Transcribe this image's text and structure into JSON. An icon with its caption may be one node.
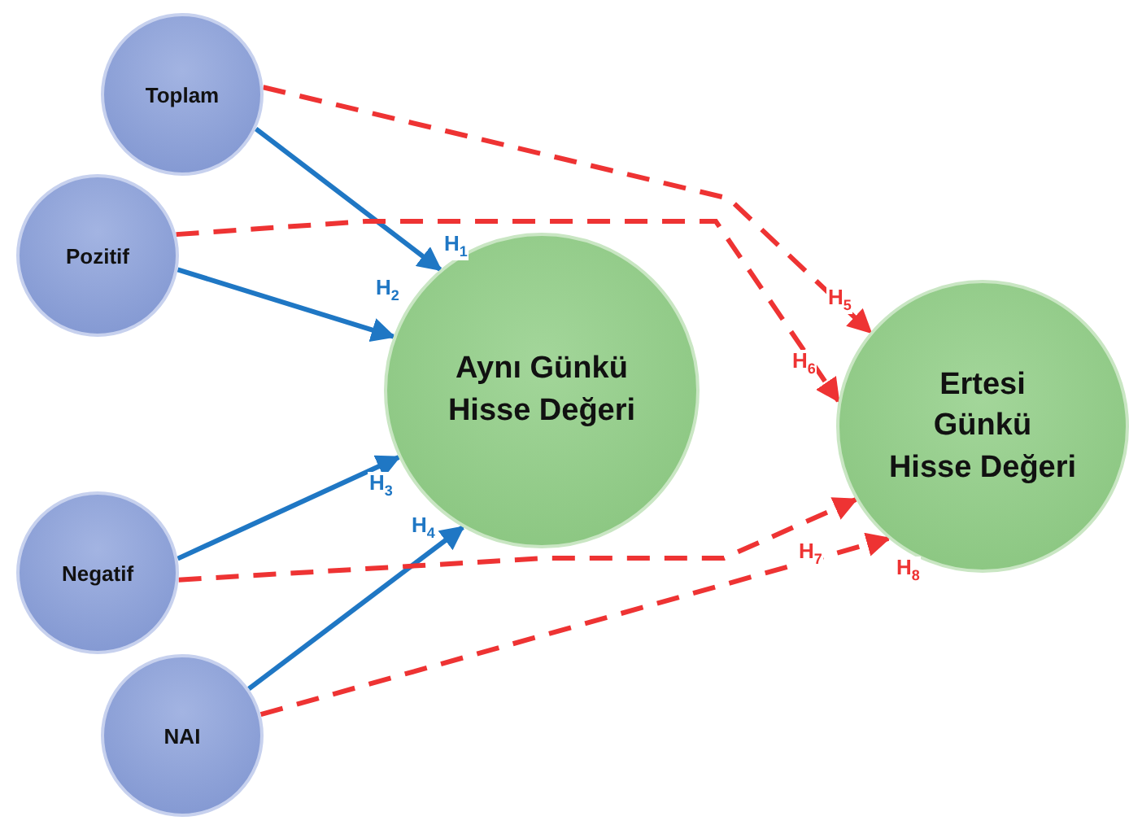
{
  "diagram": {
    "nodes": [
      {
        "text": [
          "Toplam"
        ]
      },
      {
        "text": [
          "Pozitif"
        ]
      },
      {
        "text": [
          "Negatif"
        ]
      },
      {
        "text": [
          "NAI"
        ]
      },
      {
        "text": [
          "Aynı Günkü Hisse Değeri"
        ]
      },
      {
        "text": [
          "Ertesi Günkü Hisse Değeri"
        ]
      }
    ],
    "edges": [
      {
        "from": 0,
        "to": 4,
        "arrow": "to",
        "label": "H$_{1}$"
      },
      {
        "from": 1,
        "to": 4,
        "arrow": "to",
        "label": "H$_{2}$"
      },
      {
        "from": 2,
        "to": 4,
        "arrow": "to",
        "label": "H$_{3}$"
      },
      {
        "from": 3,
        "to": 4,
        "arrow": "to",
        "label": "H$_{4}$"
      },
      {
        "from": 0,
        "to": 5,
        "arrow": "to",
        "label": "H$_{5}$",
        "style": "dashed",
        "color": "#ee3333"
      },
      {
        "from": 1,
        "to": 5,
        "arrow": "to",
        "label": "H$_{6}$",
        "style": "dashed",
        "color": "#ee3333"
      },
      {
        "from": 2,
        "to": 5,
        "arrow": "to",
        "label": "H$_{7}$",
        "style": "dashed",
        "color": "#ee3333"
      },
      {
        "from": 3,
        "to": 5,
        "arrow": "to",
        "label": "H$_{8}$",
        "style": "dashed",
        "color": "#ee3333"
      }
    ]
  }
}
